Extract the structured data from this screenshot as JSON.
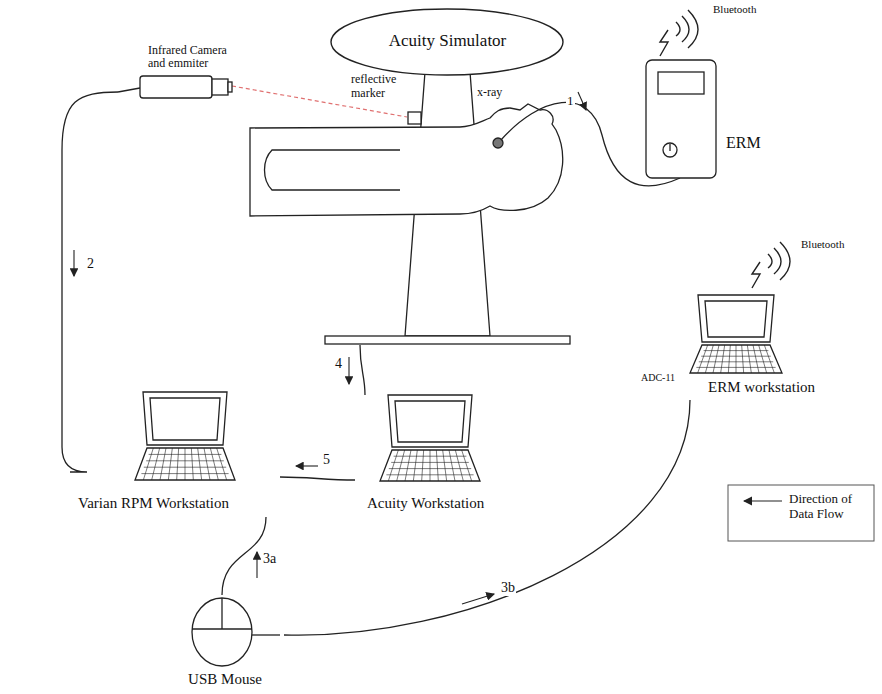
{
  "diagram": {
    "nodes": [
      {
        "text": [
          "Acuity Simulator"
        ]
      },
      {
        "text": [
          "Infrared Camera and emmiter"
        ]
      },
      {
        "text": [
          "ERM"
        ]
      },
      {
        "text": [
          "Varian RPM Workstation"
        ]
      },
      {
        "text": [
          "Acuity Workstation"
        ]
      },
      {
        "text": [
          "ERM workstation"
        ]
      },
      {
        "text": [
          "USB Mouse"
        ]
      }
    ],
    "edges": [
      {
        "from": 1,
        "to": 3,
        "arrow": "to",
        "label": "2"
      },
      {
        "from": 6,
        "to": 3,
        "arrow": "to",
        "label": "3a"
      },
      {
        "from": 6,
        "to": 5,
        "arrow": "to",
        "label": "3b"
      },
      {
        "from": 0,
        "to": 4,
        "arrow": "to",
        "label": "4"
      },
      {
        "from": 4,
        "to": 3,
        "arrow": "to",
        "label": "5"
      }
    ],
    "labels": [
      "1",
      "x-ray",
      "reflective marker",
      "Bluetooth",
      "Bluetooth",
      "ADC-11"
    ],
    "legend": [
      {
        "text": "Direction of Data Flow"
      }
    ]
  }
}
